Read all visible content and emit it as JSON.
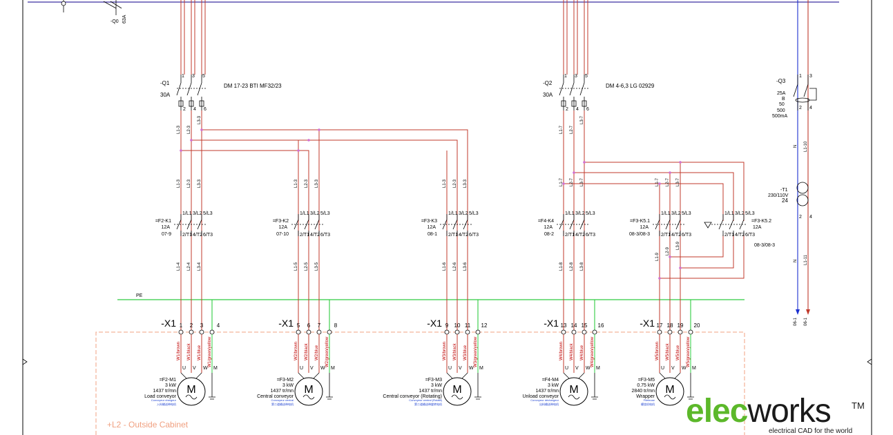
{
  "top": {
    "q0_label": "-Q0",
    "q0_rating": "63A"
  },
  "breakers": [
    {
      "tag": "-Q1",
      "rating": "30A",
      "model": "DM 17-23 BTI MF32/23"
    },
    {
      "tag": "-Q2",
      "rating": "30A",
      "model": "DM 4-6,3 LG 02929"
    }
  ],
  "q3": {
    "tag": "-Q3",
    "specs": [
      "25A",
      "B",
      "50",
      "500",
      "500mA"
    ]
  },
  "transformer": {
    "tag": "-T1",
    "ratio": "230/110V",
    "va": "24"
  },
  "q3_wires": [
    "N",
    "L1-10"
  ],
  "t1_wires": [
    "N",
    "L1-11"
  ],
  "bottom_refs": [
    "06-1",
    "06-1"
  ],
  "pe_label": "PE",
  "terminal_strip_label": "-X1",
  "contactors": [
    {
      "tag": "=F2-K1",
      "rating": "12A",
      "ref": "07-9",
      "feed": [
        "L1-3",
        "L2-3",
        "L3-3"
      ],
      "out": [
        "L1-4",
        "L2-4",
        "L3-4"
      ],
      "terms": [
        "1",
        "2",
        "3",
        "4"
      ]
    },
    {
      "tag": "=F3-K2",
      "rating": "12A",
      "ref": "07-10",
      "feed": [
        "L1-3",
        "L2-3",
        "L3-3"
      ],
      "out": [
        "L1-5",
        "L2-5",
        "L3-5"
      ],
      "terms": [
        "5",
        "6",
        "7",
        "8"
      ]
    },
    {
      "tag": "=F3-K3",
      "rating": "12A",
      "ref": "08-1",
      "feed": [
        "L1-3",
        "L2-3",
        "L3-3"
      ],
      "out": [
        "L1-6",
        "L2-6",
        "L3-6"
      ],
      "terms": [
        "9",
        "10",
        "11",
        "12"
      ]
    },
    {
      "tag": "=F4-K4",
      "rating": "12A",
      "ref": "08-2",
      "feed": [
        "L1-7",
        "L2-7",
        "L3-7"
      ],
      "out": [
        "L1-8",
        "L2-8",
        "L3-8"
      ],
      "terms": [
        "13",
        "14",
        "15",
        "16"
      ]
    },
    {
      "tag": "=F3-K5.1",
      "rating": "12A",
      "ref": "08-3/08-3",
      "feed": [
        "L1-7",
        "L2-7",
        "L3-7"
      ],
      "out": [
        "L1-9",
        "L2-9",
        "L3-9"
      ],
      "terms": [
        "17",
        "18",
        "19",
        "20"
      ]
    }
  ],
  "contactor_k52": {
    "tag": "=F3-K5.2",
    "rating": "12A",
    "ref": "08-3/08-3"
  },
  "contact_top_labels": [
    "1/L1",
    "3/L2",
    "5/L3"
  ],
  "contact_bottom_labels": [
    "2/T1",
    "4/T2",
    "6/T3"
  ],
  "motors": [
    {
      "tag": "=F2-M1",
      "power": "3 kW",
      "speed": "1437 tr/mn",
      "desc": "Load conveyor",
      "sub": "Convoyeur chargeur",
      "cn": "入料输送带电机",
      "cables": [
        "W1/brown",
        "W1/black",
        "W1/blue",
        "W1/green/yellow"
      ]
    },
    {
      "tag": "=F3-M2",
      "power": "3 kW",
      "speed": "1437 tr/mn",
      "desc": "Central conveyor",
      "sub": "Convoyeur central",
      "cn": "第二道输送带电机",
      "cables": [
        "W2/brown",
        "W2/black",
        "W2/blue",
        "W2/green/yellow"
      ]
    },
    {
      "tag": "=F3-M3",
      "power": "3 kW",
      "speed": "1437 tr/mn",
      "desc": "Central conveyor (Rotating)",
      "sub": "Convoyeur central (Rotatif)",
      "cn": "第二道输送带旋转电机",
      "cables": [
        "W3/brown",
        "W3/black",
        "W3/blue",
        "W3/green/yellow"
      ]
    },
    {
      "tag": "=F4-M4",
      "power": "3 kW",
      "speed": "1437 tr/mn",
      "desc": "Unload conveyor",
      "sub": "Convoyeur déchargeur",
      "cn": "出料输送带电机",
      "cables": [
        "W4/brown",
        "W4/black",
        "W4/blue",
        "W4/green/yellow"
      ]
    },
    {
      "tag": "=F3-M5",
      "power": "0.75 kW",
      "speed": "2840 tr/mn",
      "desc": "Wrapper",
      "sub": "Fileteuse",
      "cn": "缠绕机电机",
      "cables": [
        "W5/brown",
        "W5/black",
        "W5/blue",
        "W5/green/yellow"
      ]
    }
  ],
  "motor_symbol": "M",
  "motor_pins": [
    "U",
    "V",
    "W",
    "M"
  ],
  "location_label": "+L2 - Outside Cabinet",
  "brand": {
    "elec": "elec",
    "works": "works",
    "tm": "TM",
    "tagline": "electrical CAD for the world",
    "accent": "#5cb82a"
  },
  "colors": {
    "power": "#c0392b",
    "pe": "#2ecc40",
    "neutral": "#1a2fd0",
    "frame": "#000000",
    "cabinet": "#f0a080"
  }
}
